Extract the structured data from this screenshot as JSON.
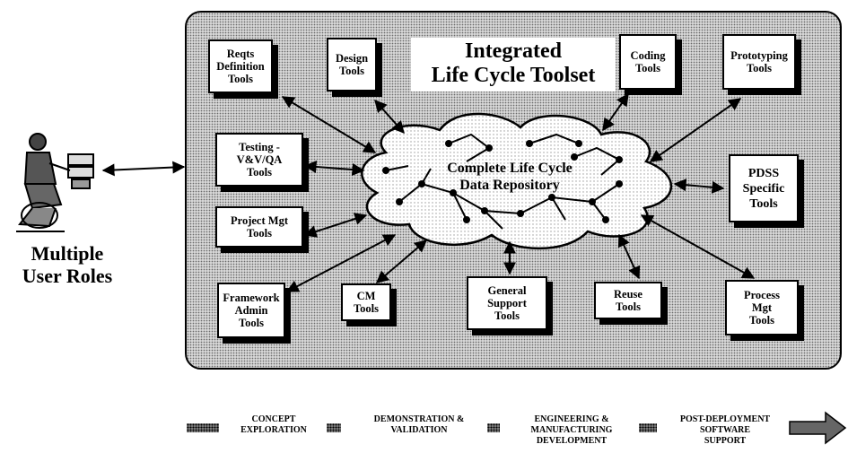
{
  "diagram": {
    "title": "Integrated\nLife Cycle Toolset",
    "repository": "Complete Life Cycle\nData Repository",
    "user_roles": "Multiple\nUser Roles",
    "tools": {
      "reqts": "Reqts\nDefinition\nTools",
      "design": "Design\nTools",
      "coding": "Coding\nTools",
      "prototyping": "Prototyping\nTools",
      "testing": "Testing -\nV&V/QA\nTools",
      "pdss": "PDSS\nSpecific\nTools",
      "project_mgt": "Project Mgt\nTools",
      "framework": "Framework\nAdmin\nTools",
      "cm": "CM\nTools",
      "general_support": "General\nSupport\nTools",
      "reuse": "Reuse\nTools",
      "process_mgt": "Process\nMgt\nTools"
    }
  },
  "timeline": {
    "phases": [
      "CONCEPT\nEXPLORATION",
      "DEMONSTRATION &\nVALIDATION",
      "ENGINEERING &\nMANUFACTURING\nDEVELOPMENT",
      "POST-DEPLOYMENT\nSOFTWARE\nSUPPORT"
    ]
  }
}
